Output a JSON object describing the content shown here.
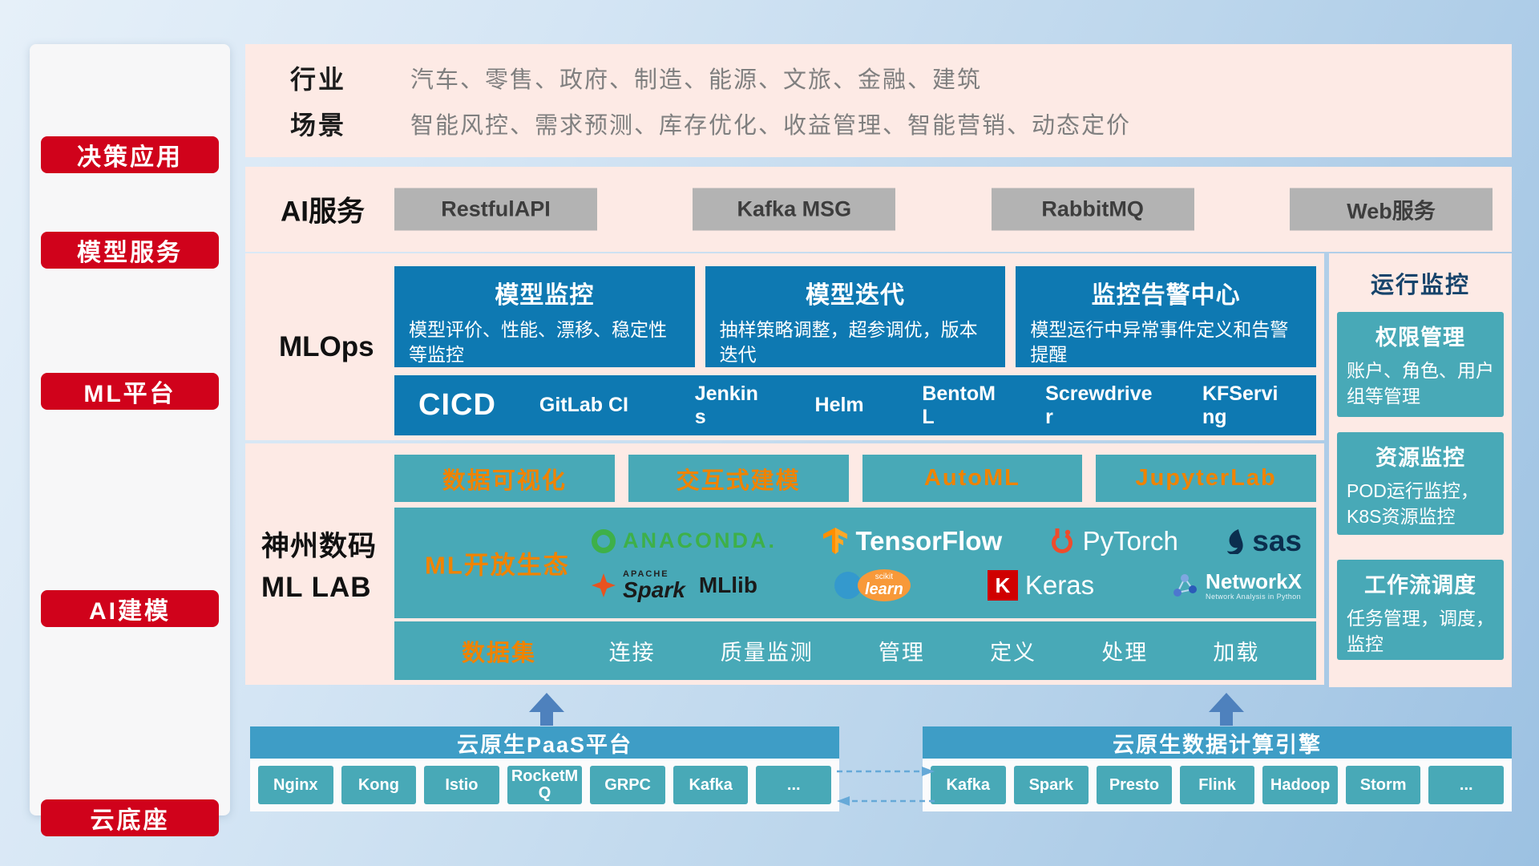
{
  "colors": {
    "accent_red": "#d0021b",
    "deep_blue": "#0e79b2",
    "teal": "#48a9b7",
    "bar_blue": "#3e9dc6",
    "orange": "#f08300",
    "panel_pink": "#fdeae5"
  },
  "sidebar": {
    "items": [
      {
        "label": "决策应用"
      },
      {
        "label": "模型服务"
      },
      {
        "label": "ML平台"
      },
      {
        "label": "AI建模"
      },
      {
        "label": "云底座"
      }
    ]
  },
  "industry_panel": {
    "rows": [
      {
        "label": "行业",
        "value": "汽车、零售、政府、制造、能源、文旅、金融、建筑"
      },
      {
        "label": "场景",
        "value": "智能风控、需求预测、库存优化、收益管理、智能营销、动态定价"
      }
    ]
  },
  "ai_service": {
    "label": "AI服务",
    "items": [
      "RestfulAPI",
      "Kafka MSG",
      "RabbitMQ",
      "Web服务"
    ]
  },
  "mlops": {
    "label": "MLOps",
    "cards": [
      {
        "title": "模型监控",
        "desc": "模型评价、性能、漂移、稳定性等监控"
      },
      {
        "title": "模型迭代",
        "desc": "抽样策略调整，超参调优，版本迭代"
      },
      {
        "title": "监控告警中心",
        "desc": "模型运行中异常事件定义和告警提醒"
      }
    ],
    "cicd": {
      "label": "CICD",
      "items": [
        "GitLab CI",
        "Jenkins",
        "Helm",
        "BentoML",
        "Screwdriver",
        "KFServing"
      ]
    }
  },
  "run_monitor": {
    "title": "运行监控",
    "cards": [
      {
        "title": "权限管理",
        "desc": "账户、角色、用户组等管理"
      },
      {
        "title": "资源监控",
        "desc": "POD运行监控，K8S资源监控"
      },
      {
        "title": "工作流调度",
        "desc": "任务管理，调度，监控"
      }
    ]
  },
  "ml_lab": {
    "label_line1": "神州数码",
    "label_line2": "ML LAB",
    "tools": [
      "数据可视化",
      "交互式建模",
      "AutoML",
      "JupyterLab"
    ],
    "ecosystem": {
      "label": "ML开放生态",
      "anaconda": "ANACONDA.",
      "tensorflow": "TensorFlow",
      "pytorch": "PyTorch",
      "sas": "sas",
      "spark_small": "APACHE",
      "spark": "Spark",
      "mllib": "MLlib",
      "sklearn_small": "scikit",
      "sklearn": "learn",
      "keras_initial": "K",
      "keras": "Keras",
      "networkx": "NetworkX",
      "networkx_sub": "Network Analysis in Python"
    },
    "dataset": {
      "label": "数据集",
      "items": [
        "连接",
        "质量监测",
        "管理",
        "定义",
        "处理",
        "加载"
      ]
    }
  },
  "cloud_base": {
    "paas": {
      "title": "云原生PaaS平台",
      "items": [
        "Nginx",
        "Kong",
        "Istio",
        "RocketMQ",
        "GRPC",
        "Kafka",
        "..."
      ]
    },
    "engine": {
      "title": "云原生数据计算引擎",
      "items": [
        "Kafka",
        "Spark",
        "Presto",
        "Flink",
        "Hadoop",
        "Storm",
        "..."
      ]
    }
  }
}
